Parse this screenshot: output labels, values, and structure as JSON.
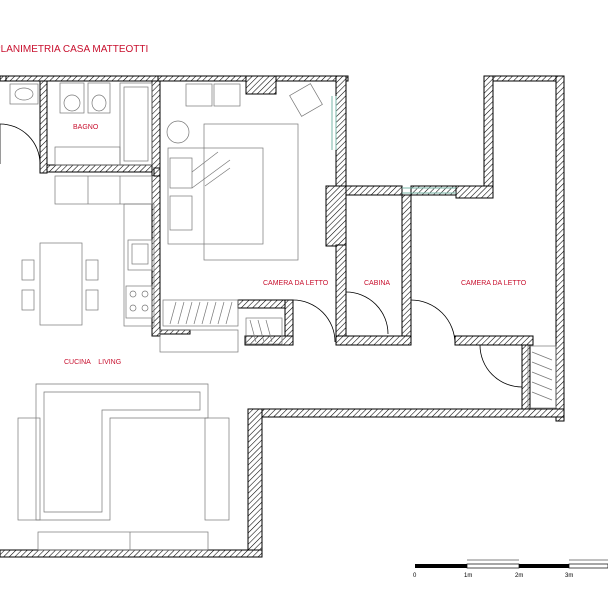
{
  "title": "PLANIMETRIA CASA MATTEOTTI",
  "colors": {
    "label": "#c8102e",
    "wall": "#000000",
    "hatch": "#000000",
    "furniture": "#888888",
    "window": "#7ab7a8"
  },
  "rooms": {
    "bagno": "BAGNO",
    "camera1": "CAMERA DA LETTO",
    "cabina": "CABINA",
    "camera2": "CAMERA DA LETTO",
    "cucina": "CUCINA    LIVING"
  },
  "scale": {
    "t0": "0",
    "t1": "1m",
    "t2": "2m",
    "t3": "3m"
  }
}
